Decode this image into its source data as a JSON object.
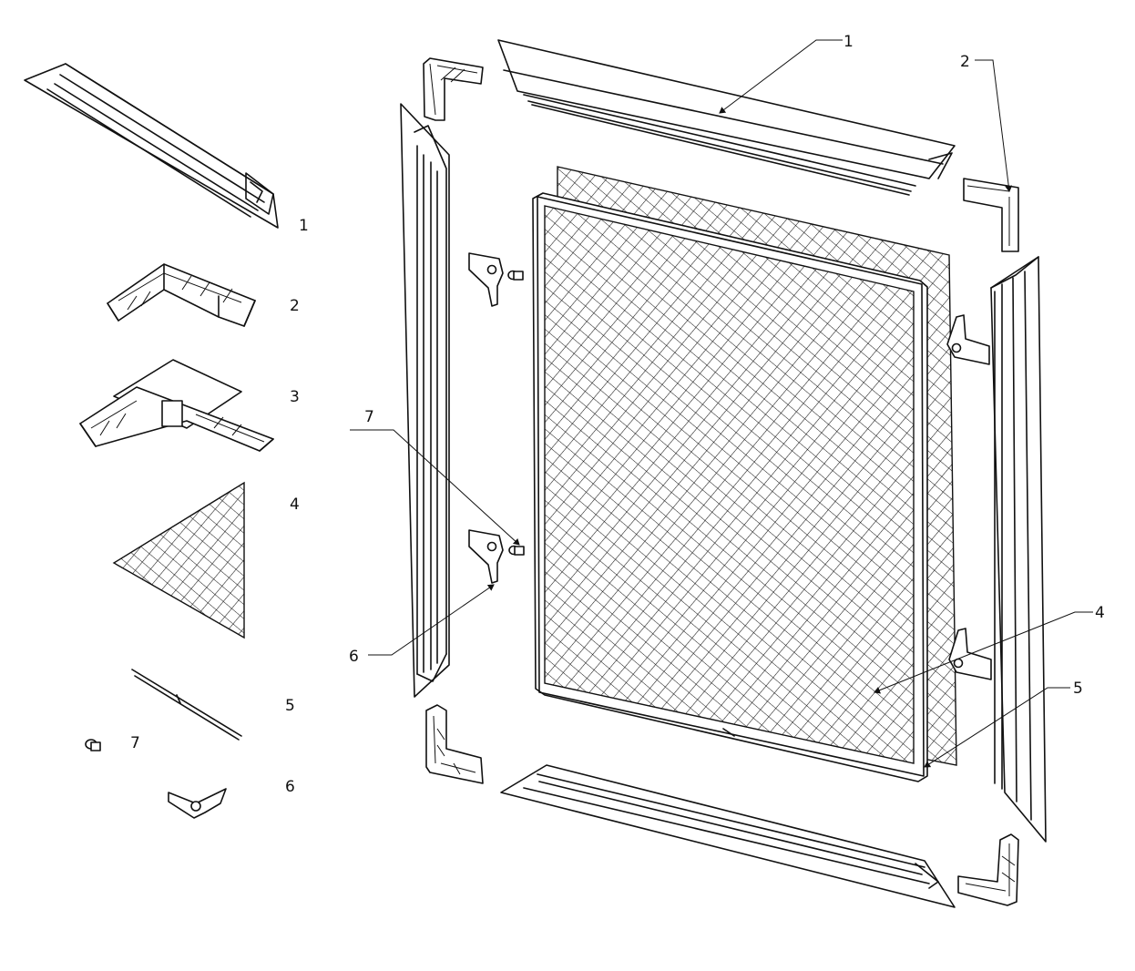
{
  "drawing": {
    "labels": {
      "legend_profile": "1",
      "legend_corner": "2",
      "legend_corner_pivot": "3",
      "legend_mesh": "4",
      "legend_cord": "5",
      "legend_clip": "6",
      "legend_screw": "7",
      "callout_profile": "1",
      "callout_corner": "2",
      "callout_screw": "7",
      "callout_clip": "6",
      "callout_mesh": "4",
      "callout_cord": "5"
    }
  }
}
